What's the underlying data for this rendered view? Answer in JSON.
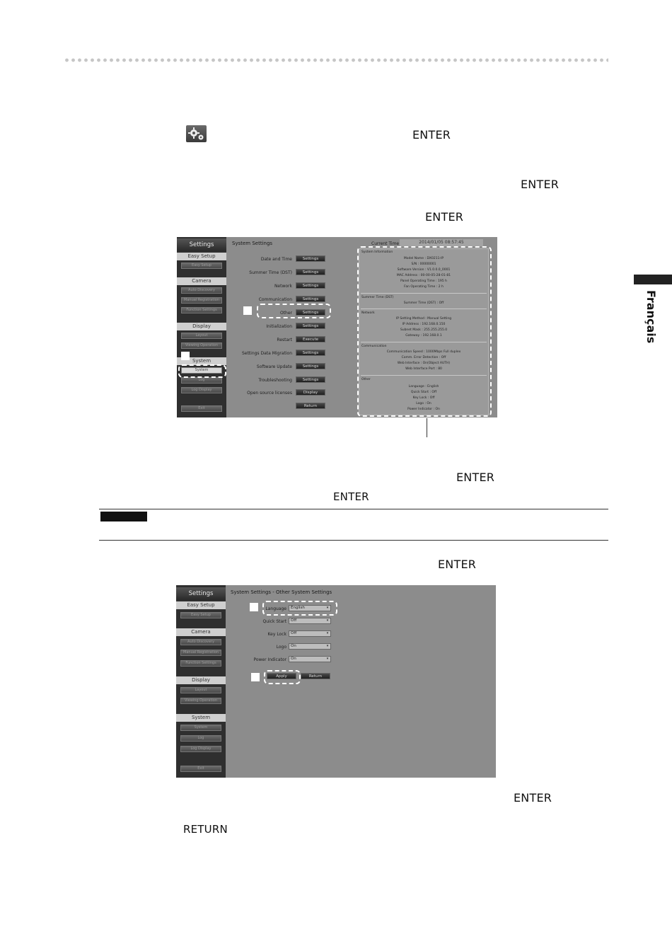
{
  "page": {
    "side_tab": "Français",
    "keys": {
      "enter1": "ENTER",
      "enter2": "ENTER",
      "enter3": "ENTER",
      "enter4": "ENTER",
      "enter5": "ENTER",
      "enter6": "ENTER",
      "enter7": "ENTER",
      "return": "RETURN"
    }
  },
  "screen1": {
    "sidebar": {
      "title": "Settings",
      "sections": [
        {
          "label": "Easy Setup",
          "items": [
            "Easy Setup"
          ]
        },
        {
          "label": "Camera",
          "items": [
            "Auto Discovery",
            "Manual Registration",
            "Function Settings"
          ]
        },
        {
          "label": "Display",
          "items": [
            "Layout",
            "Viewing Operation"
          ]
        },
        {
          "label": "System",
          "items": [
            "System",
            "Log",
            "Log Display",
            "Exit"
          ]
        }
      ],
      "selected_item": "System"
    },
    "main": {
      "title": "System Settings",
      "current_time_label": "Current Time",
      "current_time_value": "2014/01/05 08:57:45",
      "rows": [
        {
          "label": "Date and Time",
          "button": "Settings"
        },
        {
          "label": "Summer Time (DST)",
          "button": "Settings"
        },
        {
          "label": "Network",
          "button": "Settings"
        },
        {
          "label": "Communication",
          "button": "Settings"
        },
        {
          "label": "Other",
          "button": "Settings"
        },
        {
          "label": "Initialization",
          "button": "Settings"
        },
        {
          "label": "Restart",
          "button": "Execute"
        },
        {
          "label": "Settings Data Migration",
          "button": "Settings"
        },
        {
          "label": "Software Update",
          "button": "Settings"
        },
        {
          "label": "Troubleshooting",
          "button": "Settings"
        },
        {
          "label": "Open source licenses",
          "button": "Display"
        },
        {
          "label": "",
          "button": "Return"
        }
      ]
    },
    "info_panel": {
      "sections": [
        {
          "heading": "System Information",
          "lines": [
            "Model Name : DX0211-IP",
            "S/N : 00000001",
            "Software Version : V1.0.0.0_0001",
            "MAC Address : 00-00-05-28-01-81",
            "Panel Operating Time : 195 h",
            "Fan Operating Time : 2 h"
          ]
        },
        {
          "heading": "Summer Time (DST)",
          "lines": [
            "Summer Time (DST) : Off"
          ]
        },
        {
          "heading": "Network",
          "lines": [
            "IP Setting Method : Manual Setting",
            "IP Address : 192.168.0.150",
            "Subnet Mask : 255.255.255.0",
            "Gateway : 192.168.0.1"
          ]
        },
        {
          "heading": "Communication",
          "lines": [
            "Communication Speed : 1000Mbps Full duplex",
            "Comm. Error Detection : Off",
            "Web Interface : On(Object AUTH)",
            "Web Interface Port : 80"
          ]
        },
        {
          "heading": "Other",
          "lines": [
            "Language : English",
            "Quick Start : Off",
            "Key Lock : Off",
            "Logo : On",
            "Power Indicator : On"
          ]
        }
      ]
    }
  },
  "screen2": {
    "sidebar": {
      "title": "Settings",
      "sections": [
        {
          "label": "Easy Setup",
          "items": [
            "Easy Setup"
          ]
        },
        {
          "label": "Camera",
          "items": [
            "Auto Discovery",
            "Manual Registration",
            "Function Settings"
          ]
        },
        {
          "label": "Display",
          "items": [
            "Layout",
            "Viewing Operation"
          ]
        },
        {
          "label": "System",
          "items": [
            "System",
            "Log",
            "Log Display",
            "Exit"
          ]
        }
      ]
    },
    "main": {
      "title": "System Settings - Other System Settings",
      "fields": [
        {
          "label": "Language",
          "value": "English"
        },
        {
          "label": "Quick Start",
          "value": "Off"
        },
        {
          "label": "Key Lock",
          "value": "Off"
        },
        {
          "label": "Logo",
          "value": "On"
        },
        {
          "label": "Power Indicator",
          "value": "On"
        }
      ],
      "apply": "Apply",
      "return": "Return"
    }
  }
}
